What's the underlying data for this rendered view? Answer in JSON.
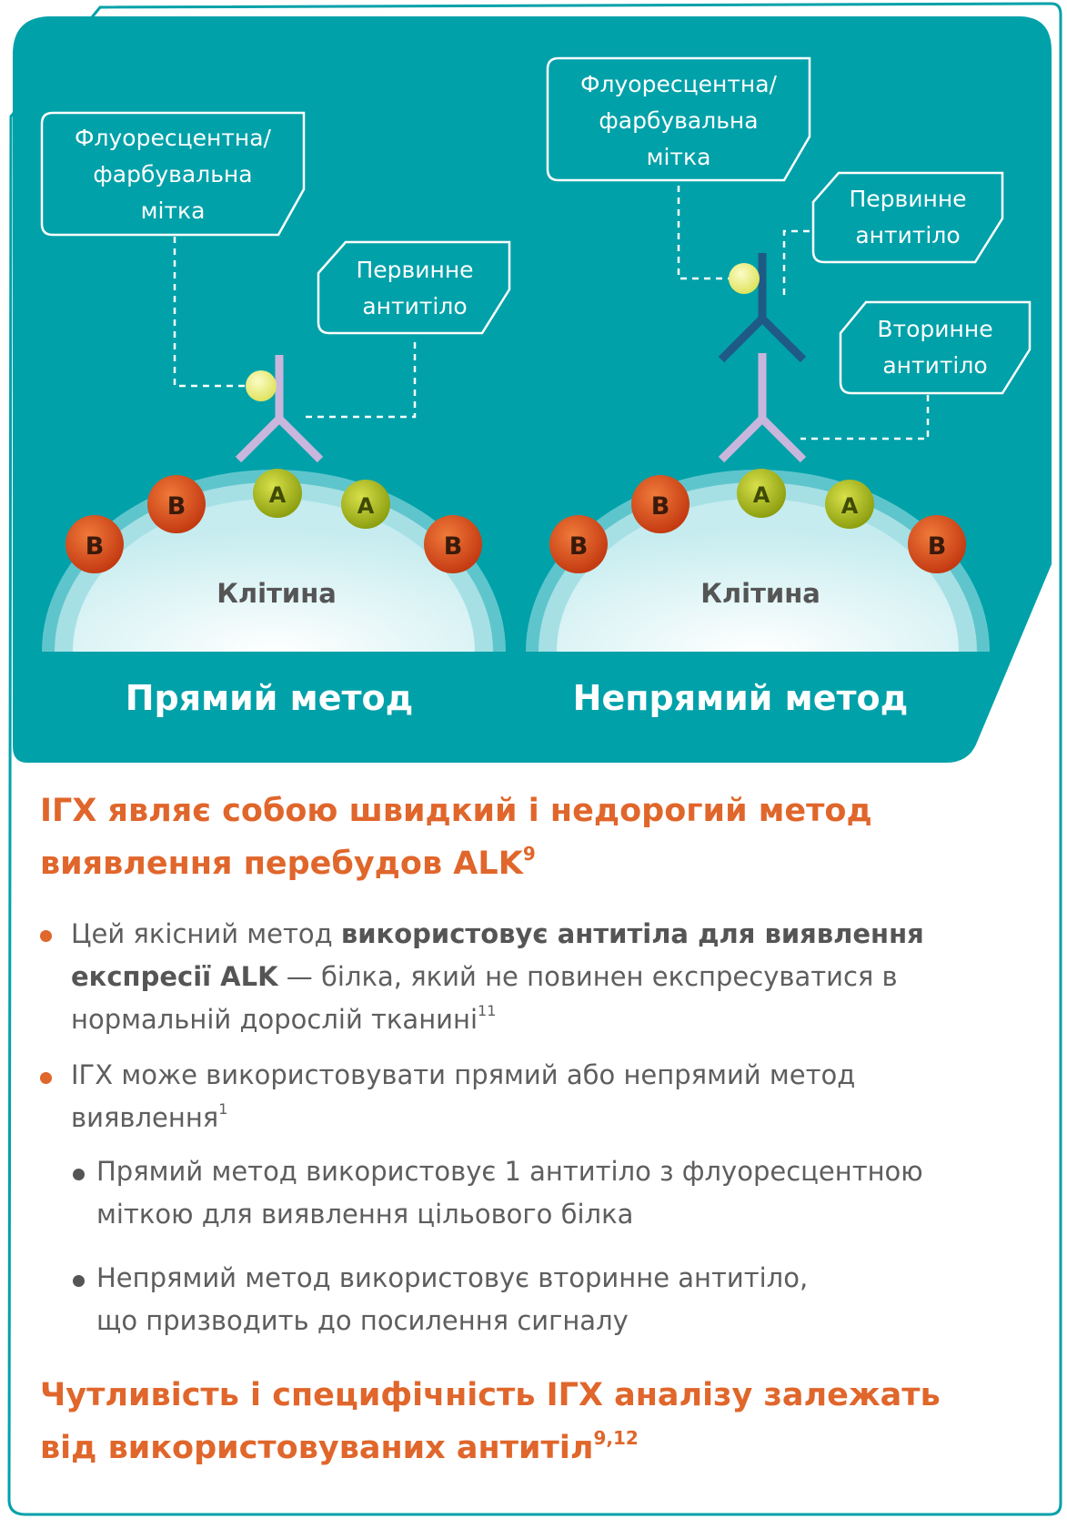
{
  "diagram": {
    "direct": {
      "label_fluor": [
        "Флуоресцентна/",
        "фарбувальна",
        "мітка"
      ],
      "label_primary": [
        "Первинне",
        "антитіло"
      ],
      "cell_label": "Клітина",
      "method_title": "Прямий метод",
      "antigens": [
        "B",
        "B",
        "A",
        "A",
        "B"
      ]
    },
    "indirect": {
      "label_fluor": [
        "Флуоресцентна/",
        "фарбувальна",
        "мітка"
      ],
      "label_primary": [
        "Первинне",
        "антитіло"
      ],
      "label_secondary": [
        "Вторинне",
        "антитіло"
      ],
      "cell_label": "Клітина",
      "method_title": "Непрямий метод",
      "antigens": [
        "B",
        "B",
        "A",
        "A",
        "B"
      ]
    },
    "colors": {
      "panel": "#00a1a9",
      "primary_antibody": "#c9b6dc",
      "secondary_antibody": "#1f5a85",
      "fluor_tag": "#e6eb7c",
      "antigen_a": "#a5b61f",
      "antigen_b": "#d94a1c"
    }
  },
  "text": {
    "headline1": {
      "text": "ІГХ являє собою швидкий і недорогий метод виявлення перебудов ALK",
      "sup": "9"
    },
    "bullet1": {
      "pre": "Цей якісний метод ",
      "bold": "використовує антитіла для виявлення експресії ALK",
      "post": " — білка, який не повинен експресуватися в нормальній дорослій тканині",
      "sup": "11"
    },
    "bullet2": {
      "text": "ІГХ може використовувати прямий або непрямий метод виявлення",
      "sup": "1"
    },
    "sub1": {
      "text": "Прямий метод використовує 1 антитіло з флуоресцентною міткою для виявлення цільового білка"
    },
    "sub2": {
      "text": "Непрямий метод використовує вторинне антитіло, що призводить до посилення сигналу"
    },
    "headline2": {
      "text": "Чутливість і специфічність ІГХ аналізу залежать від використовуваних антитіл",
      "sup": "9,12"
    }
  }
}
